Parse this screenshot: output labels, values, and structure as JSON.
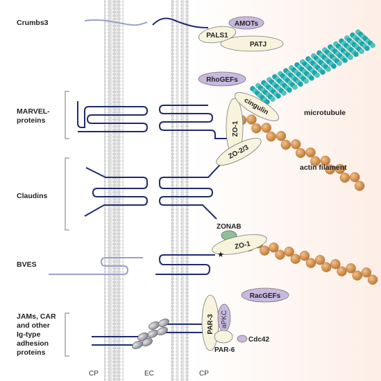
{
  "left_labels": {
    "crumbs3": "Crumbs3",
    "marvel_1": "MARVEL-",
    "marvel_2": "proteins",
    "claudins": "Claudins",
    "bves": "BVES",
    "jams_1": "JAMs, CAR",
    "jams_2": "and other",
    "jams_3": "Ig-type",
    "jams_4": "adhesion",
    "jams_5": "proteins"
  },
  "bottom_labels": {
    "cp_left": "CP",
    "ec": "EC",
    "cp_right": "CP"
  },
  "proteins": {
    "amots": "AMOTs",
    "pals1": "PALS1",
    "patj": "PATJ",
    "rhogefs": "RhoGEFs",
    "cingulin": "cingulin",
    "zo1_top": "ZO-1",
    "zo23": "ZO-2/3",
    "zonab": "ZONAB",
    "zo1_mid": "ZO-1",
    "racgefs": "RacGEFs",
    "par3": "PAR-3",
    "apkc": "aPKC",
    "par6": "PAR-6",
    "cdc42": "Cdc42"
  },
  "structures": {
    "microtubule": "microtubule",
    "actin_filament": "actin filament"
  },
  "colors": {
    "line": "#1f2a6e",
    "light_line": "#9aa0c8",
    "ellipse_fill": "#f8f3dc",
    "purple": "#c9b8df",
    "green": "#8fbf99",
    "actin": "#d99a55",
    "microtubule_a": "#1aa9b0",
    "microtubule_b": "#4fc7c0",
    "membrane": "#cfcfcf",
    "jam_bead": "#a9a9b4"
  }
}
